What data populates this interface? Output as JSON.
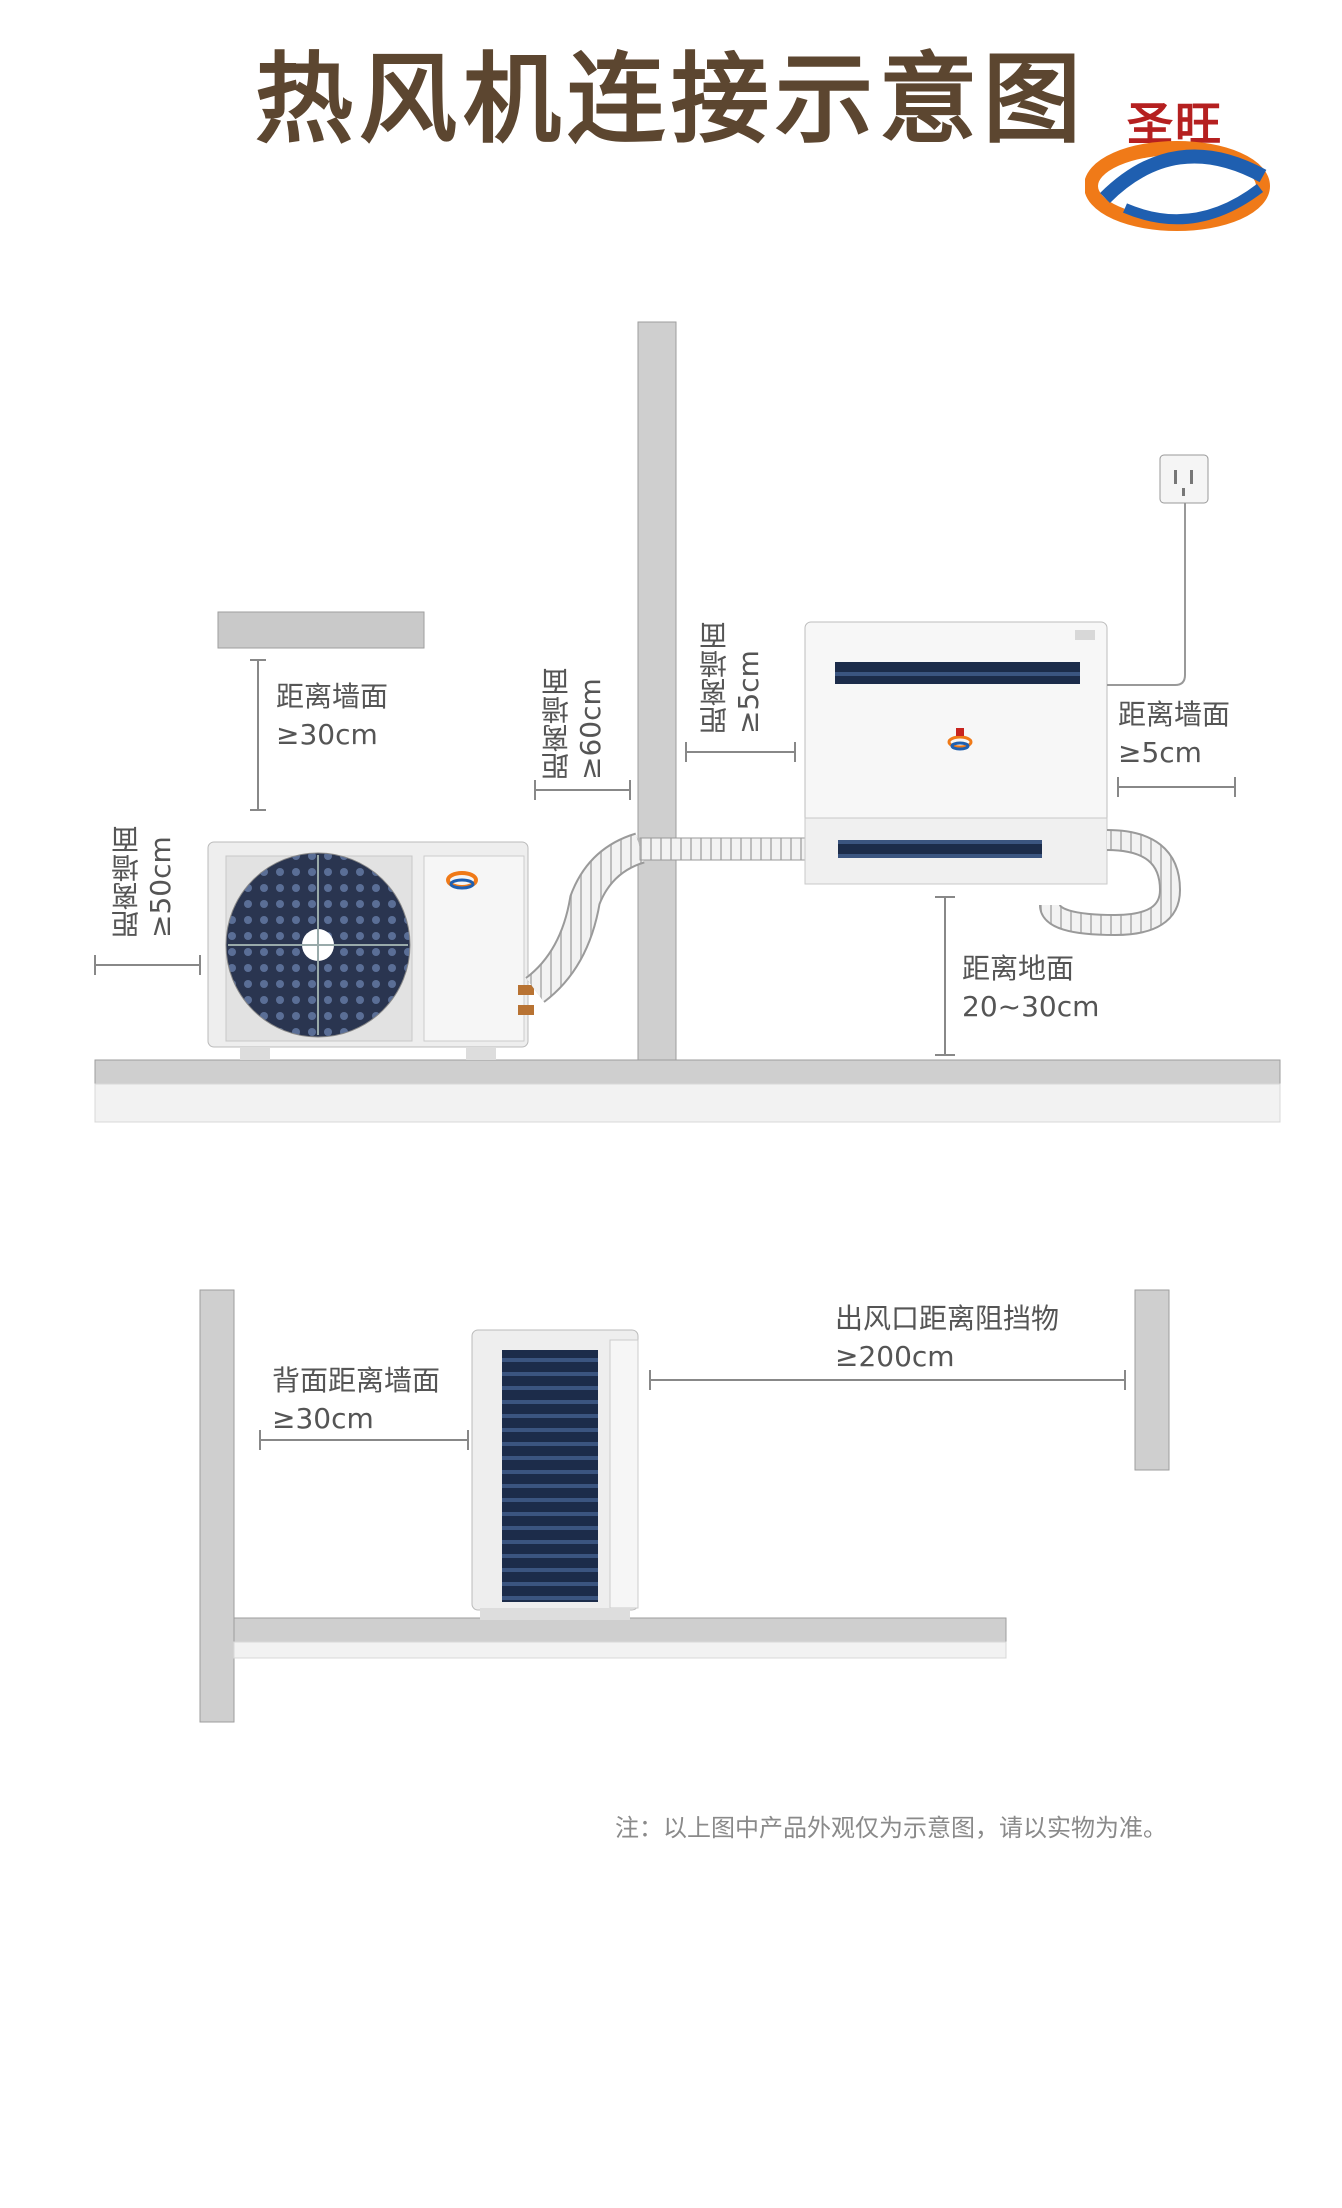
{
  "title": "热风机连接示意图",
  "logo": {
    "text": "圣旺",
    "colors": {
      "red": "#c8241e",
      "orange": "#f07a18",
      "blue": "#1f5fb0"
    }
  },
  "labels": {
    "top_clearance": [
      "距离墙面",
      "≥30cm"
    ],
    "left_clearance": [
      "距离墙面",
      "≥50cm"
    ],
    "wall_pipe_clearance": [
      "距离墙面",
      "≥60cm"
    ],
    "indoor_left_clearance": [
      "距离墙面",
      "≥5cm"
    ],
    "indoor_right_clearance": [
      "距离墙面",
      "≥5cm"
    ],
    "floor_clearance": [
      "距离地面",
      "20~30cm"
    ],
    "back_clearance": [
      "背面距离墙面",
      "≥30cm"
    ],
    "outlet_clearance": [
      "出风口距离阻挡物",
      "≥200cm"
    ]
  },
  "note": "注：以上图中产品外观仅为示意图，请以实物为准。"
}
